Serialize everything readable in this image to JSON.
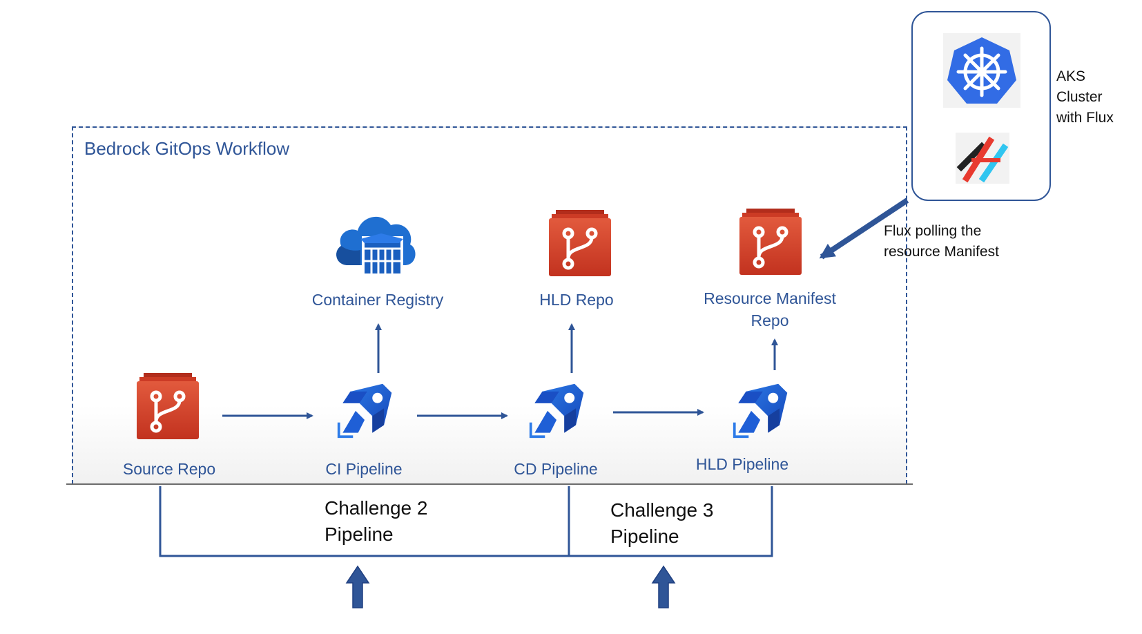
{
  "workflow": {
    "title": "Bedrock GitOps Workflow"
  },
  "nodes": {
    "source_repo": "Source Repo",
    "ci_pipeline": "CI Pipeline",
    "cd_pipeline": "CD Pipeline",
    "hld_pipeline": "HLD Pipeline",
    "container_registry": "Container Registry",
    "hld_repo": "HLD Repo",
    "resource_manifest_repo_line1": "Resource Manifest",
    "resource_manifest_repo_line2": "Repo"
  },
  "aks": {
    "label": "AKS\nCluster\nwith Flux"
  },
  "flux_note": {
    "label": "Flux polling the\nresource Manifest"
  },
  "challenges": {
    "challenge2": "Challenge 2\nPipeline",
    "challenge3": "Challenge 3\nPipeline"
  },
  "colors": {
    "accent_blue": "#2f5597",
    "repo_red": "#d9412a",
    "pipeline_blue": "#1f5fd6",
    "k8s_blue": "#326ce5"
  },
  "icons": [
    "git-repo-icon",
    "azure-pipelines-icon",
    "container-registry-icon",
    "kubernetes-icon",
    "flux-icon"
  ]
}
